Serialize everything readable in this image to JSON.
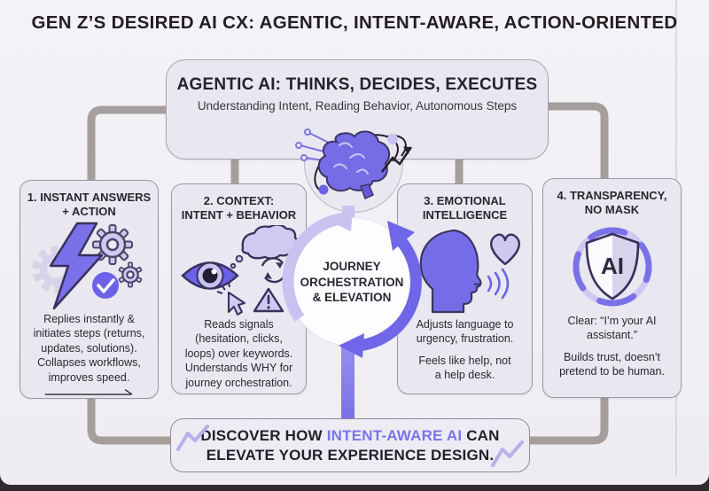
{
  "title": "GEN Z’S DESIRED AI CX: AGENTIC, INTENT-AWARE, ACTION-ORIENTED",
  "header": {
    "title": "AGENTIC AI: THINKS, DECIDES, EXECUTES",
    "subtitle": "Understanding Intent, Reading Behavior, Autonomous Steps",
    "icon": "brain-circuit-icon"
  },
  "center": {
    "label": "JOURNEY\nORCHESTRATION\n& ELEVATION",
    "icon": "cycle-arrows-icon"
  },
  "cards": [
    {
      "title": "1. INSTANT ANSWERS\n+ ACTION",
      "icon": "lightning-gears-check-icon",
      "body": "Replies instantly &\ninitiates steps (returns,\nupdates, solutions).\nCollapses workflows,\nimproves speed."
    },
    {
      "title": "2. CONTEXT:\nINTENT + BEHAVIOR",
      "icon": "eye-signals-icon",
      "body": "Reads signals\n(hesitation, clicks,\nloops) over keywords.\nUnderstands WHY for\njourney orchestration."
    },
    {
      "title": "3. EMOTIONAL\nINTELLIGENCE",
      "icon": "head-heart-voice-icon",
      "body": "Adjusts language to\nurgency, frustration.",
      "body2": "Feels like help, not\na help desk."
    },
    {
      "title": "4. TRANSPARENCY,\nNO MASK",
      "icon": "ai-shield-icon",
      "shield_label": "AI",
      "body": "Clear: “I’m your AI\nassistant.”",
      "body2": "Builds trust, doesn’t\npretend to be human."
    }
  ],
  "footer": {
    "before": "DISCOVER HOW ",
    "highlight": "INTENT-AWARE AI",
    "after": " CAN ELEVATE YOUR EXPERIENCE DESIGN."
  },
  "colors": {
    "accent_purple": "#7a71e8",
    "light_lavender": "#cac4f1",
    "connector_gray": "#a69e9c",
    "text_dark": "#282430",
    "card_fill": "#e9e7ef",
    "background": "#f2f1f5"
  }
}
